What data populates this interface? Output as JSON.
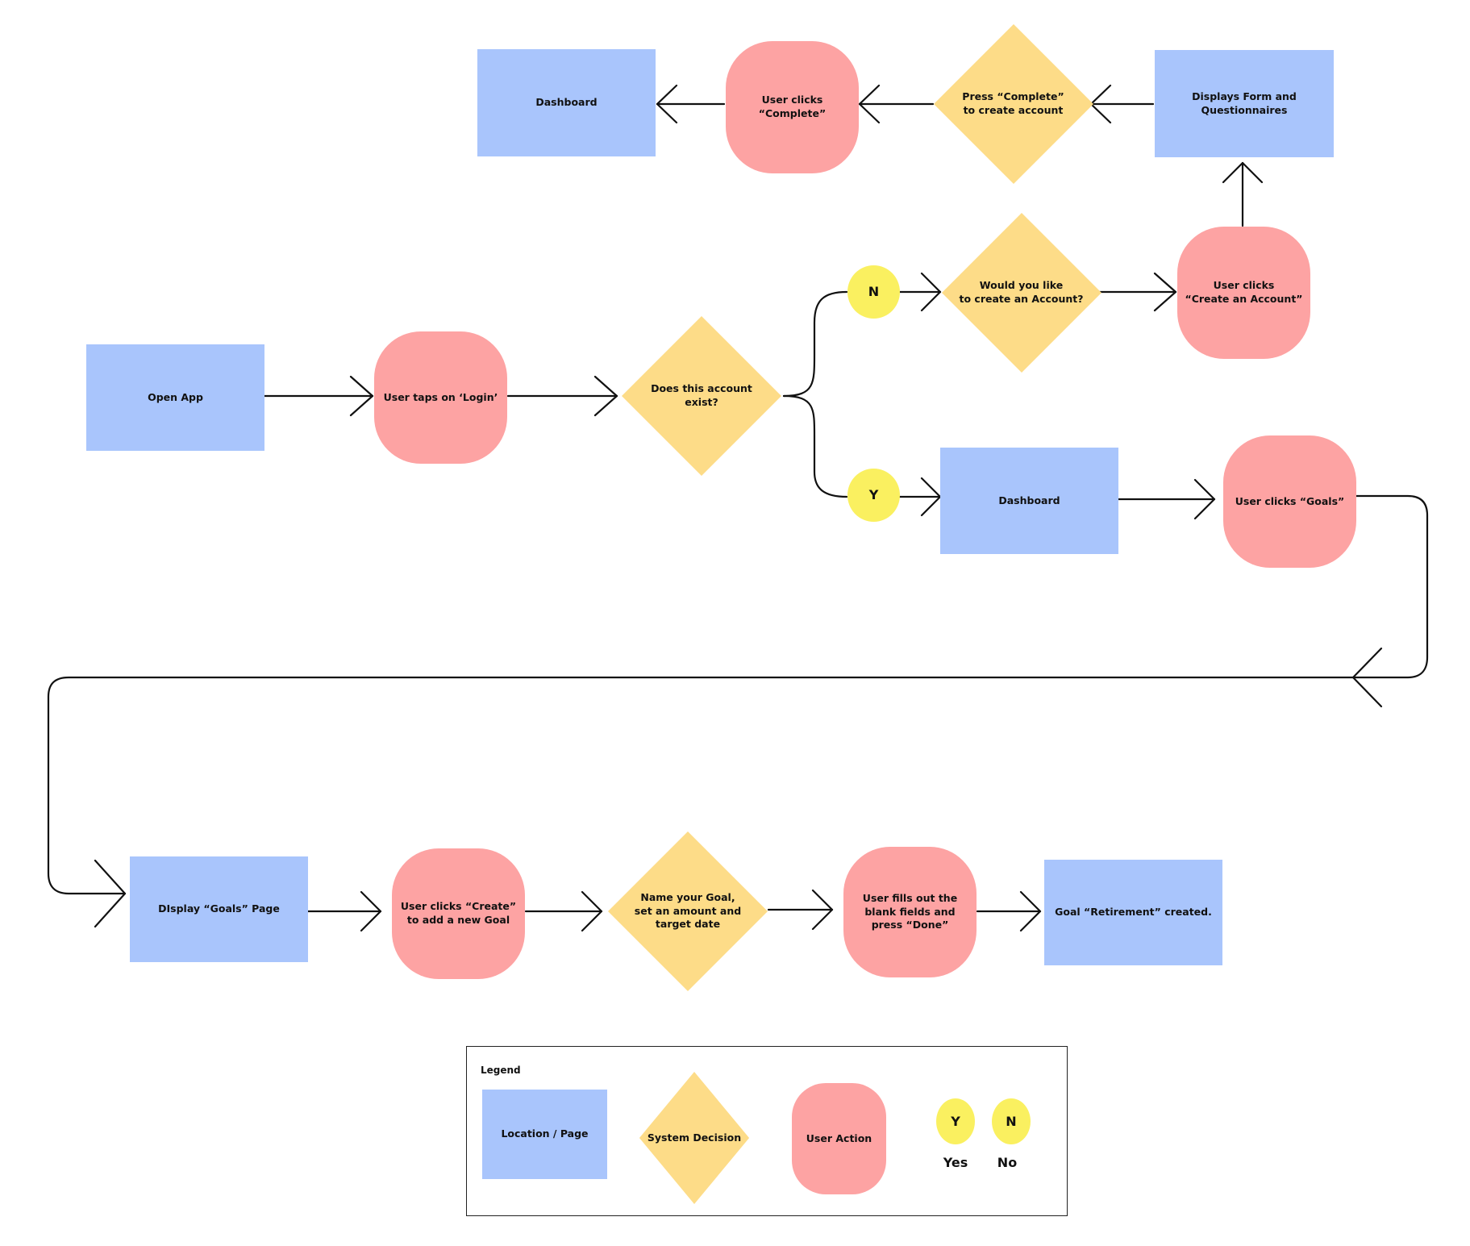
{
  "nodes": {
    "open_app": "Open App",
    "user_taps_login": "User taps on ‘Login’",
    "account_exist": "Does this account\nexist?",
    "n_badge": "N",
    "y_badge": "Y",
    "create_account_q": "Would you like\nto create an Account?",
    "user_clicks_create_account": "User clicks\n“Create an Account”",
    "displays_form": "Displays Form and\nQuestionnaires",
    "press_complete": "Press “Complete”\nto create account",
    "user_clicks_complete": "User clicks\n“Complete”",
    "dashboard_top": "Dashboard",
    "dashboard_mid": "Dashboard",
    "user_clicks_goals": "User clicks “Goals”",
    "display_goals_page": "DIsplay “Goals” Page",
    "user_clicks_create": "User clicks “Create”\nto add a new Goal",
    "name_goal": "Name your Goal,\nset an amount and\ntarget date",
    "user_fills_fields": "User fills out the\nblank fields and\npress “Done”",
    "goal_created": "Goal “Retirement” created."
  },
  "legend": {
    "title": "Legend",
    "location_page": "Location / Page",
    "system_decision": "System Decision",
    "user_action": "User Action",
    "y_badge": "Y",
    "n_badge": "N",
    "yes": "Yes",
    "no": "No"
  },
  "colors": {
    "location_page": "#a9c5fc",
    "system_decision": "#fddc88",
    "user_action": "#fda3a3",
    "yes_no_badge": "#faf060",
    "connector": "#111111"
  }
}
